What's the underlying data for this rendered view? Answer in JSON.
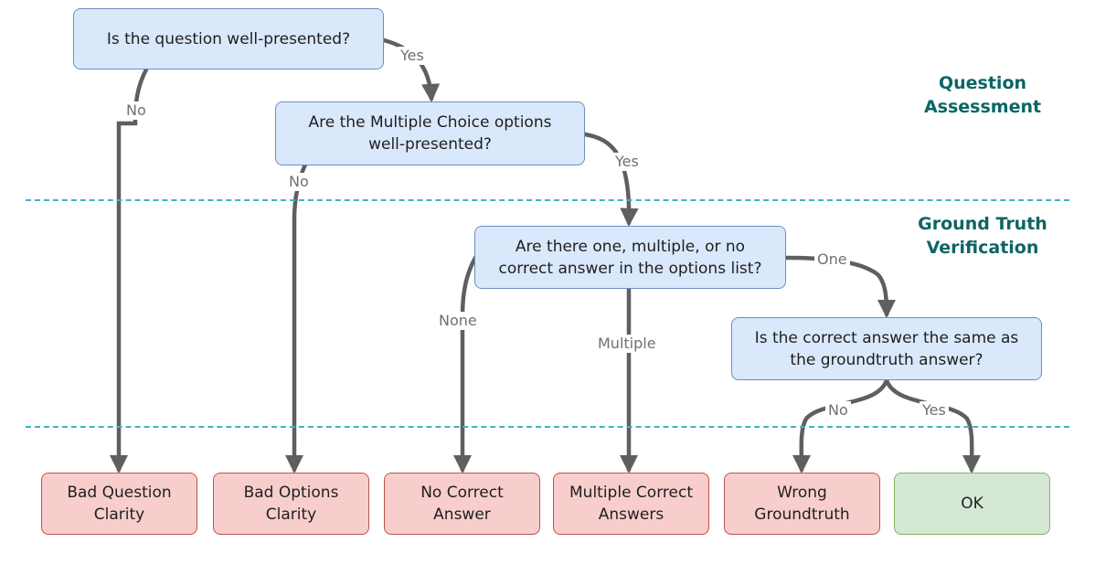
{
  "sections": {
    "question_assessment": "Question\nAssessment",
    "ground_truth_verification": "Ground Truth\nVerification"
  },
  "questions": {
    "q1": "Is the question well-presented?",
    "q2": "Are the Multiple Choice options\nwell-presented?",
    "q3": "Are there one, multiple, or no\ncorrect answer in  the options list?",
    "q4": "Is the correct answer the same as\nthe groundtruth answer?"
  },
  "outcomes": {
    "bad_question_clarity": "Bad Question\nClarity",
    "bad_options_clarity": "Bad Options\nClarity",
    "no_correct_answer": "No Correct\nAnswer",
    "multiple_correct_answers": "Multiple Correct\nAnswers",
    "wrong_groundtruth": "Wrong\nGroundtruth",
    "ok": "OK"
  },
  "edge_labels": {
    "q1_yes": "Yes",
    "q1_no": "No",
    "q2_yes": "Yes",
    "q2_no": "No",
    "q3_one": "One",
    "q3_none": "None",
    "q3_multiple": "Multiple",
    "q4_no": "No",
    "q4_yes": "Yes"
  },
  "colors": {
    "question_fill": "#dae8fc",
    "question_border": "#6c8ebf",
    "bad_fill": "#f8cecc",
    "bad_border": "#b85450",
    "ok_fill": "#d5e8d4",
    "ok_border": "#82b366",
    "arrow": "#5f5f5f",
    "separator": "#3fb5bd",
    "section_text": "#0d6565"
  }
}
